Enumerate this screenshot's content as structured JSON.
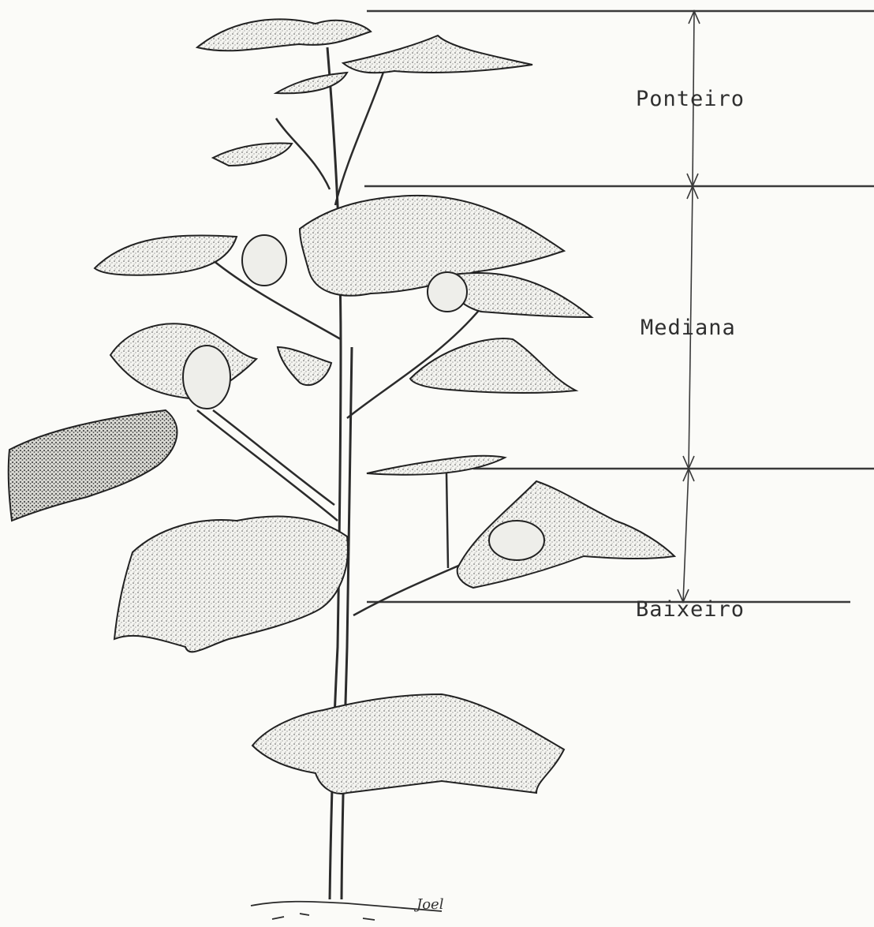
{
  "figure": {
    "subject": "cotton-plant",
    "zones": [
      {
        "key": "ponteiro",
        "label": "Ponteiro"
      },
      {
        "key": "mediana",
        "label": "Mediana"
      },
      {
        "key": "baixeiro",
        "label": "Baixeiro"
      }
    ],
    "signature": "Joel",
    "ink_color": "#2b2b2b",
    "paper_color": "#fbfbf8"
  }
}
